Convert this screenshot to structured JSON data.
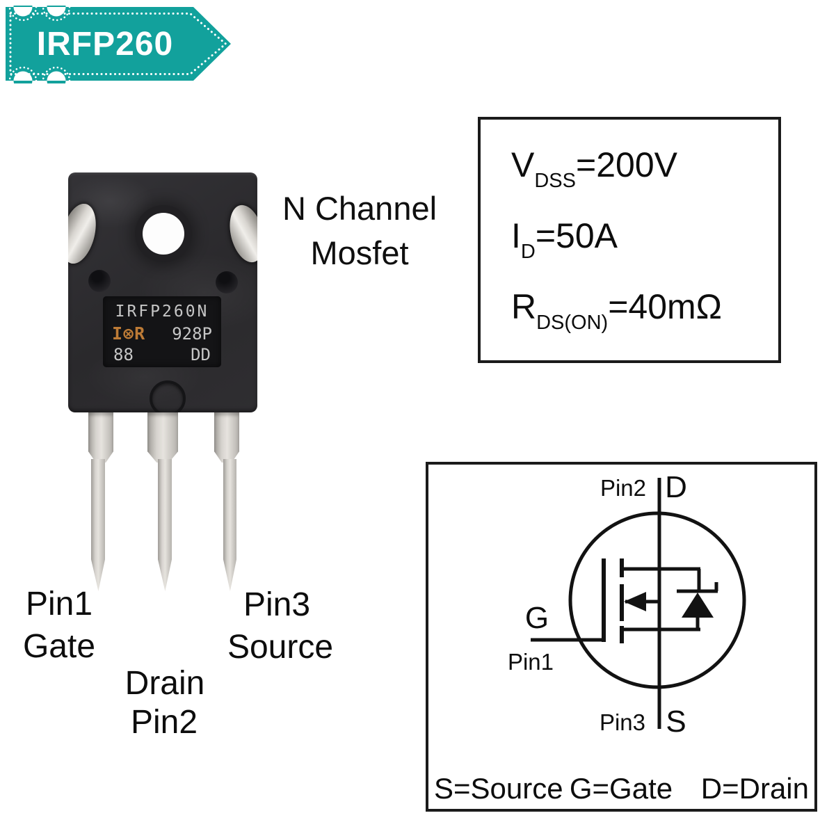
{
  "banner": {
    "label": "IRFP260",
    "bg_color": "#12a19c"
  },
  "headline": {
    "line1": "N Channel",
    "line2": "Mosfet"
  },
  "chip": {
    "line1": "IRFP260N",
    "logo": "I⊗R",
    "date_code": "928P",
    "mark_88": "88",
    "mark_dd": "DD"
  },
  "specs": [
    {
      "symbol": "V",
      "subscript": "DSS",
      "value": "=200V"
    },
    {
      "symbol": "I",
      "subscript": "D",
      "value": "=50A"
    },
    {
      "symbol": "R",
      "subscript": "DS(ON)",
      "value": "=40mΩ"
    }
  ],
  "pin_labels": {
    "pin1": [
      "Pin1",
      "Gate"
    ],
    "pin2": [
      "Drain",
      "Pin2"
    ],
    "pin3": [
      "Pin3",
      "Source"
    ]
  },
  "schematic": {
    "top_pin": "Pin2",
    "top_terminal": "D",
    "left_terminal": "G",
    "left_pin": "Pin1",
    "bottom_pin": "Pin3",
    "bottom_terminal": "S",
    "legend": [
      "S=Source",
      "G=Gate",
      "D=Drain"
    ]
  }
}
